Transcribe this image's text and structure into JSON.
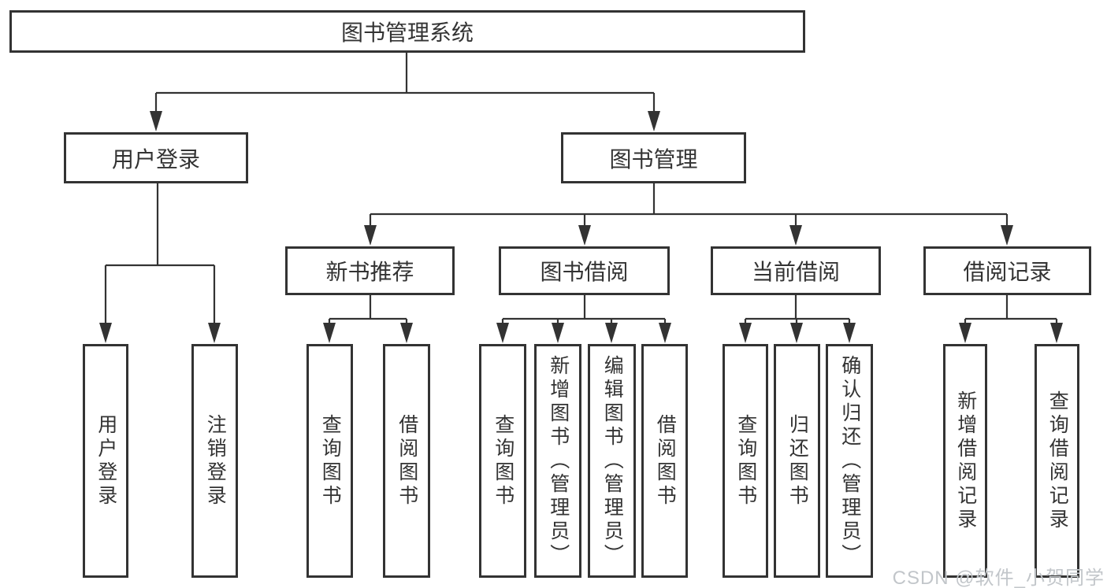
{
  "diagram_title": "图书管理系统",
  "tree": {
    "label": "图书管理系统",
    "children": [
      {
        "label": "用户登录",
        "children": [
          {
            "label": "用户登录"
          },
          {
            "label": "注销登录"
          }
        ]
      },
      {
        "label": "图书管理",
        "children": [
          {
            "label": "新书推荐",
            "children": [
              {
                "label": "查询图书"
              },
              {
                "label": "借阅图书"
              }
            ]
          },
          {
            "label": "图书借阅",
            "children": [
              {
                "label": "查询图书"
              },
              {
                "label": "新增图书（管理员）"
              },
              {
                "label": "编辑图书（管理员）"
              },
              {
                "label": "借阅图书"
              }
            ]
          },
          {
            "label": "当前借阅",
            "children": [
              {
                "label": "查询图书"
              },
              {
                "label": "归还图书"
              },
              {
                "label": "确认归还（管理员）"
              }
            ]
          },
          {
            "label": "借阅记录",
            "children": [
              {
                "label": "新增借阅记录"
              },
              {
                "label": "查询借阅记录"
              }
            ]
          }
        ]
      }
    ]
  },
  "watermark": {
    "text": "CSDN @软件_小贺同学"
  },
  "colors": {
    "line": "#333333",
    "box_border": "#333333",
    "text": "#333333",
    "background": "#ffffff",
    "watermark": "#c2c6ca"
  }
}
